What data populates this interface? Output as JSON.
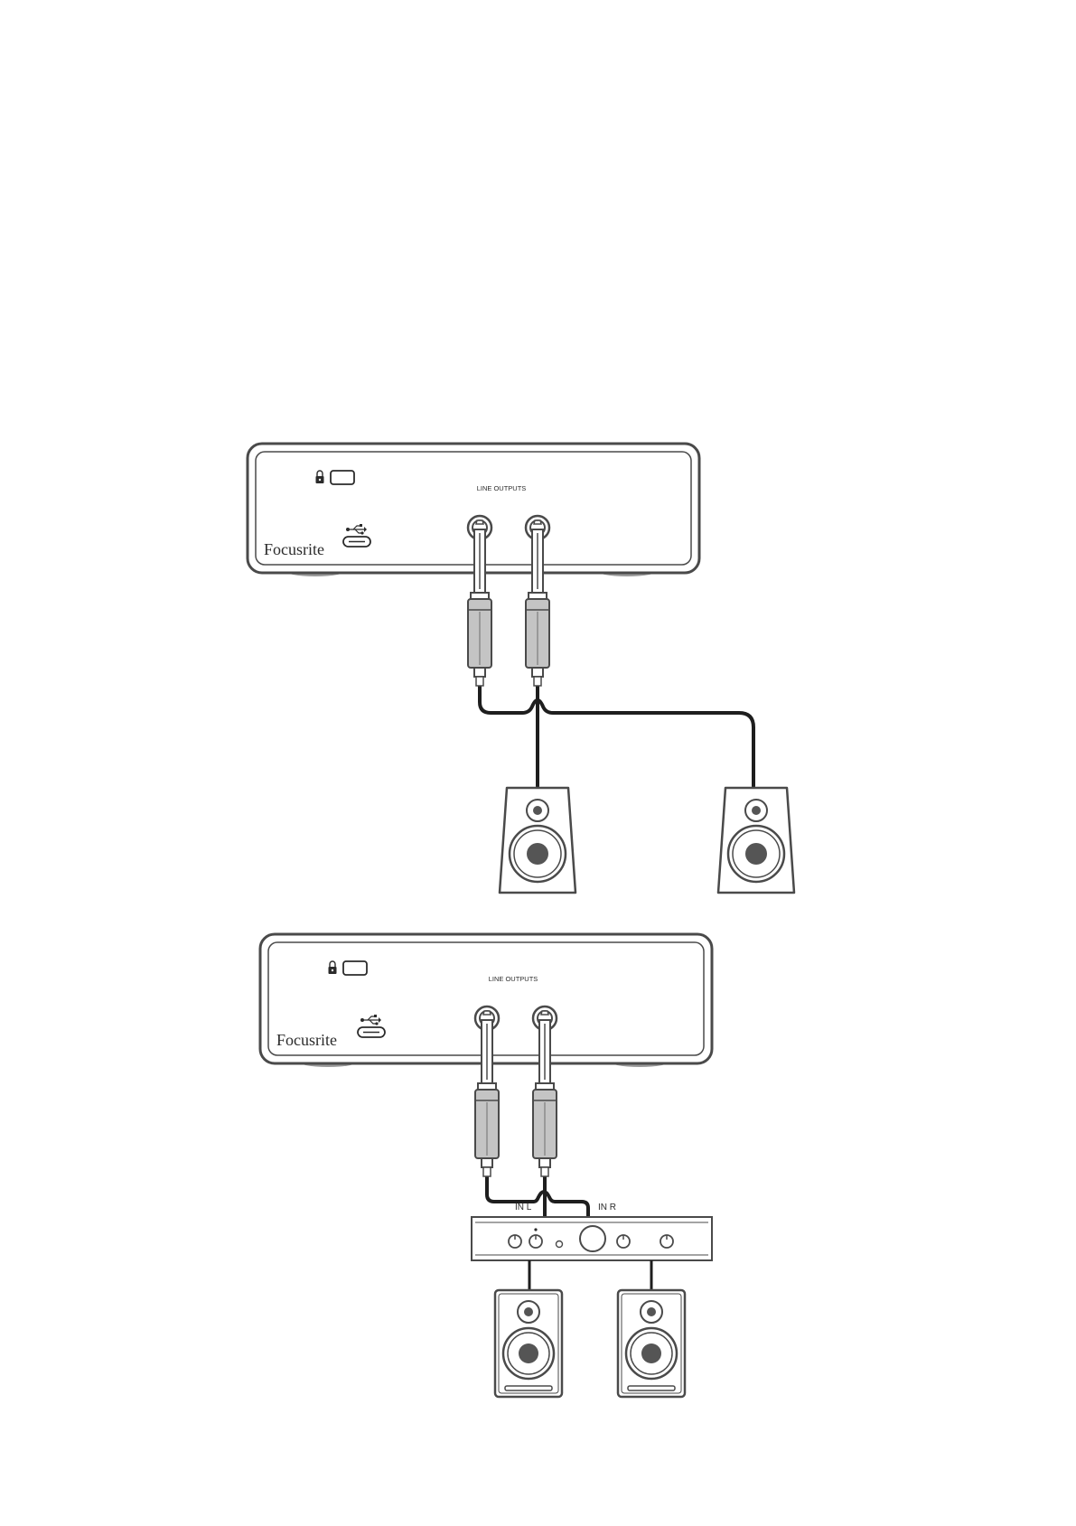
{
  "diagrams": [
    {
      "interface": {
        "logo_text": "Focusrite",
        "panel_label": "LINE OUTPUTS"
      },
      "destination": "active-speakers"
    },
    {
      "interface": {
        "logo_text": "Focusrite",
        "panel_label": "LINE OUTPUTS"
      },
      "destination": "amplifier",
      "amplifier": {
        "input_left_label": "IN L",
        "input_right_label": "IN R"
      }
    }
  ],
  "colors": {
    "line": "#4a4a4a",
    "cable": "#1e1e1e",
    "plug_body": "#c4c4c4",
    "device_fill": "#ffffff",
    "foot": "#9a9a9a",
    "cone": "#555555"
  },
  "icons": [
    "lock-icon",
    "usb-icon",
    "usb-c-port",
    "jack-socket",
    "jack-plug",
    "speaker-icon",
    "knob-icon"
  ]
}
